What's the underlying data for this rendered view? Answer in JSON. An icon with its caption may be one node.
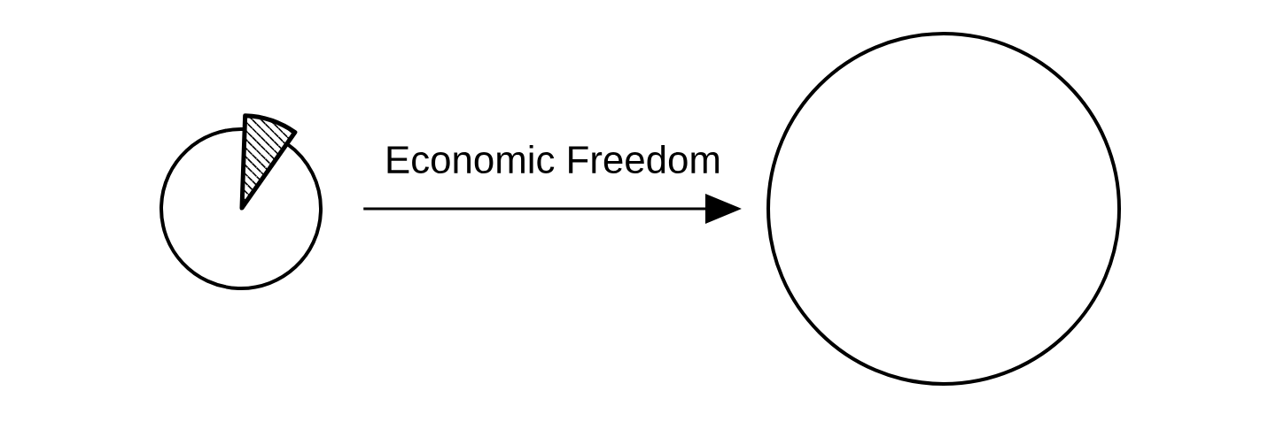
{
  "diagram": {
    "nodes": [
      {
        "text": [],
        "shape": "pie"
      },
      {
        "text": [],
        "shape": "circle"
      }
    ],
    "edges": [
      {
        "from": 0,
        "to": 1,
        "arrow": "to",
        "label": "Economic Freedom"
      }
    ]
  }
}
